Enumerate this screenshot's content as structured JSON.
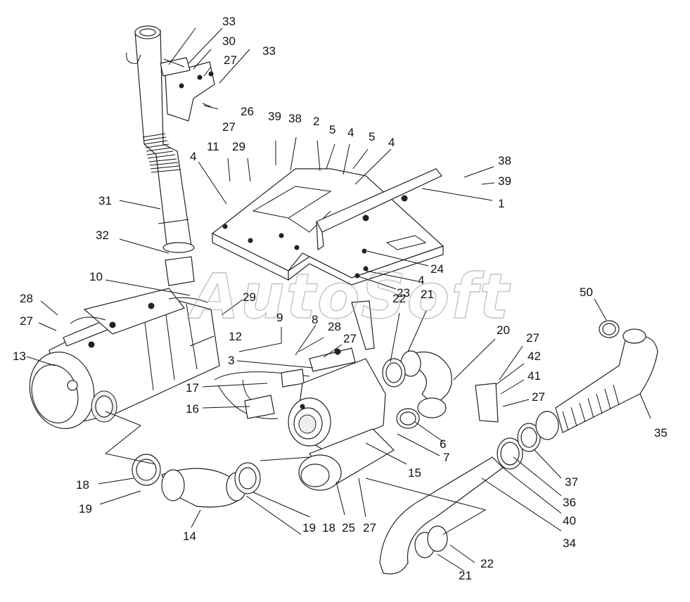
{
  "watermark": "AutoSoft",
  "labels": {
    "l1": "1",
    "l2": "2",
    "l3": "3",
    "l4a": "4",
    "l4b": "4",
    "l4c": "4",
    "l4d": "4",
    "l5a": "5",
    "l5b": "5",
    "l6": "6",
    "l7": "7",
    "l8": "8",
    "l9": "9",
    "l10": "10",
    "l11": "11",
    "l12": "12",
    "l13": "13",
    "l14": "14",
    "l15": "15",
    "l16": "16",
    "l17": "17",
    "l18a": "18",
    "l18b": "18",
    "l19a": "19",
    "l19b": "19",
    "l20": "20",
    "l21a": "21",
    "l21b": "21",
    "l22a": "22",
    "l22b": "22",
    "l23": "23",
    "l24": "24",
    "l25": "25",
    "l26": "26",
    "l27a": "27",
    "l27b": "27",
    "l27c": "27",
    "l27d": "27",
    "l27e": "27",
    "l27f": "27",
    "l28a": "28",
    "l28b": "28",
    "l29a": "29",
    "l29b": "29",
    "l30": "30",
    "l31": "31",
    "l32": "32",
    "l33a": "33",
    "l33b": "33",
    "l34": "34",
    "l35": "35",
    "l36": "36",
    "l37": "37",
    "l38a": "38",
    "l38b": "38",
    "l39a": "39",
    "l39b": "39",
    "l40": "40",
    "l41": "41",
    "l42": "42",
    "l50": "50"
  }
}
